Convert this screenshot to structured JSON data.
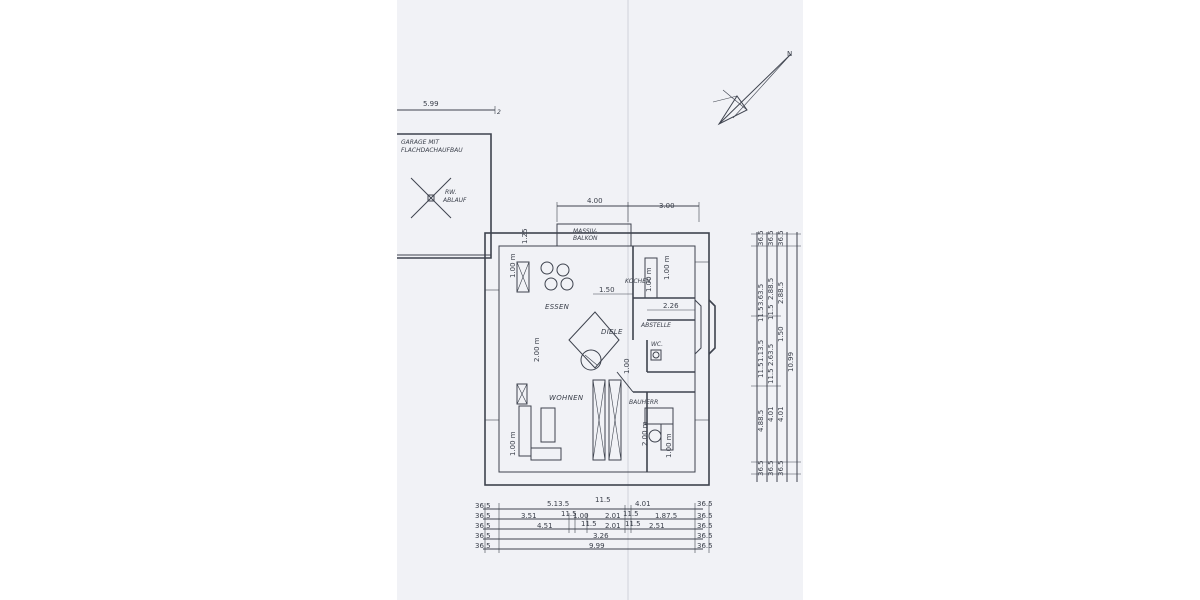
{
  "garage": {
    "line1": "GARAGE  MIT",
    "line2": "FLACHDACHAUFBAU"
  },
  "garage_dim": "5.99",
  "garage_marker": "2",
  "rw_ablauf": {
    "line1": "RW.",
    "line2": "ABLAUF"
  },
  "north_label": "N",
  "balkon": {
    "line1": "MASSIV-",
    "line2": "BALKON"
  },
  "top_dims": {
    "left": "4.00",
    "right": "3.00"
  },
  "rooms": {
    "essen": "ESSEN",
    "kochen": "KOCHEN",
    "diele": "DIELE",
    "abstelle": "ABSTELLE",
    "wc": "WC.",
    "wohnen": "WOHNEN",
    "bauherr": "BAUHERR"
  },
  "inner_dims": {
    "d150": "1.50",
    "d226": "2.26",
    "d100a": "1.00 m",
    "d100b": "1.00 m",
    "d200": "2.00 m",
    "d125": "1.25",
    "d100c": "1.00 m",
    "d100d": "1.00 m",
    "d100e": "1.00",
    "d200b": "2.00 m",
    "d100f": "1.00 m"
  },
  "bottom_dims": {
    "row1": [
      "36.5",
      "5.13.5",
      "11.5",
      "4.01",
      "36.5"
    ],
    "row2": [
      "36.5",
      "3.51",
      "11.5",
      "1.00",
      "2.01",
      "11.5",
      "1.87.5",
      "36.5"
    ],
    "row3": [
      "36.5",
      "4.51",
      "11.5",
      "2.01",
      "11.5",
      "2.51",
      "36.5"
    ],
    "row4": [
      "36.5",
      "3.26",
      "36.5"
    ],
    "row5": [
      "36.5",
      "9.99",
      "36.5"
    ]
  },
  "right_dims": {
    "col1": [
      "36.5",
      "3.63.5",
      "11.5",
      "1.13.5",
      "11.5",
      "4.88.5",
      "36.5"
    ],
    "col2": [
      "36.5",
      "2.88.5",
      "11.5",
      "2.63.5",
      "11.5",
      "4.01",
      "36.5"
    ],
    "col3": [
      "36.5",
      "2.88.5",
      "1.50",
      "4.01",
      "36.5"
    ],
    "col4": [
      "10.99"
    ]
  }
}
